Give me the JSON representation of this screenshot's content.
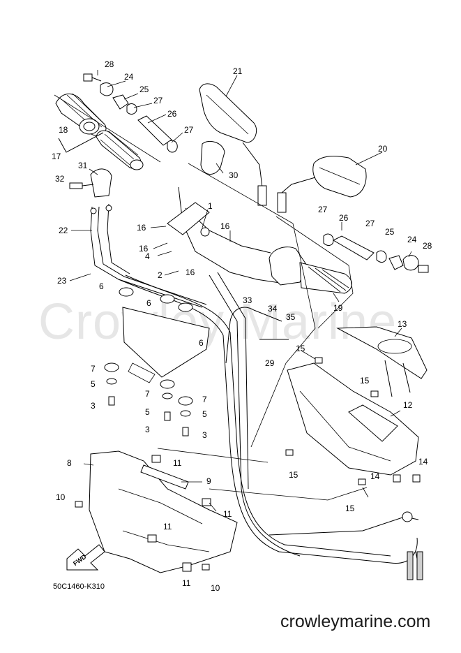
{
  "watermark": "Crowley Marine",
  "part_code": "50C1460-K310",
  "site": "crowleymarine.com",
  "fwd_label": "FWD",
  "callouts": [
    {
      "id": "c28a",
      "text": "28"
    },
    {
      "id": "c24a",
      "text": "24"
    },
    {
      "id": "c25a",
      "text": "25"
    },
    {
      "id": "c27a",
      "text": "27"
    },
    {
      "id": "c26a",
      "text": "26"
    },
    {
      "id": "c27b",
      "text": "27"
    },
    {
      "id": "c18",
      "text": "18"
    },
    {
      "id": "c17",
      "text": "17"
    },
    {
      "id": "c21",
      "text": "21"
    },
    {
      "id": "c20",
      "text": "20"
    },
    {
      "id": "c30",
      "text": "30"
    },
    {
      "id": "c31",
      "text": "31"
    },
    {
      "id": "c32",
      "text": "32"
    },
    {
      "id": "c1",
      "text": "1"
    },
    {
      "id": "c22",
      "text": "22"
    },
    {
      "id": "c16a",
      "text": "16"
    },
    {
      "id": "c16b",
      "text": "16"
    },
    {
      "id": "c16c",
      "text": "16"
    },
    {
      "id": "c4",
      "text": "4"
    },
    {
      "id": "c2",
      "text": "2"
    },
    {
      "id": "c16d",
      "text": "16"
    },
    {
      "id": "c23",
      "text": "23"
    },
    {
      "id": "c6a",
      "text": "6"
    },
    {
      "id": "c6b",
      "text": "6"
    },
    {
      "id": "c6c",
      "text": "6"
    },
    {
      "id": "c27c",
      "text": "27"
    },
    {
      "id": "c26b",
      "text": "26"
    },
    {
      "id": "c27d",
      "text": "27"
    },
    {
      "id": "c25b",
      "text": "25"
    },
    {
      "id": "c24b",
      "text": "24"
    },
    {
      "id": "c28b",
      "text": "28"
    },
    {
      "id": "c19",
      "text": "19"
    },
    {
      "id": "c33",
      "text": "33"
    },
    {
      "id": "c34",
      "text": "34"
    },
    {
      "id": "c35",
      "text": "35"
    },
    {
      "id": "c13",
      "text": "13"
    },
    {
      "id": "c15a",
      "text": "15"
    },
    {
      "id": "c29",
      "text": "29"
    },
    {
      "id": "c7a",
      "text": "7"
    },
    {
      "id": "c5a",
      "text": "5"
    },
    {
      "id": "c3a",
      "text": "3"
    },
    {
      "id": "c7b",
      "text": "7"
    },
    {
      "id": "c7c",
      "text": "7"
    },
    {
      "id": "c5b",
      "text": "5"
    },
    {
      "id": "c5c",
      "text": "5"
    },
    {
      "id": "c3b",
      "text": "3"
    },
    {
      "id": "c3c",
      "text": "3"
    },
    {
      "id": "c15b",
      "text": "15"
    },
    {
      "id": "c12",
      "text": "12"
    },
    {
      "id": "c8",
      "text": "8"
    },
    {
      "id": "c11a",
      "text": "11"
    },
    {
      "id": "c9",
      "text": "9"
    },
    {
      "id": "c10a",
      "text": "10"
    },
    {
      "id": "c11b",
      "text": "11"
    },
    {
      "id": "c11c",
      "text": "11"
    },
    {
      "id": "c15c",
      "text": "15"
    },
    {
      "id": "c14a",
      "text": "14"
    },
    {
      "id": "c14b",
      "text": "14"
    },
    {
      "id": "c15d",
      "text": "15"
    },
    {
      "id": "c11d",
      "text": "11"
    },
    {
      "id": "c10b",
      "text": "10"
    }
  ]
}
